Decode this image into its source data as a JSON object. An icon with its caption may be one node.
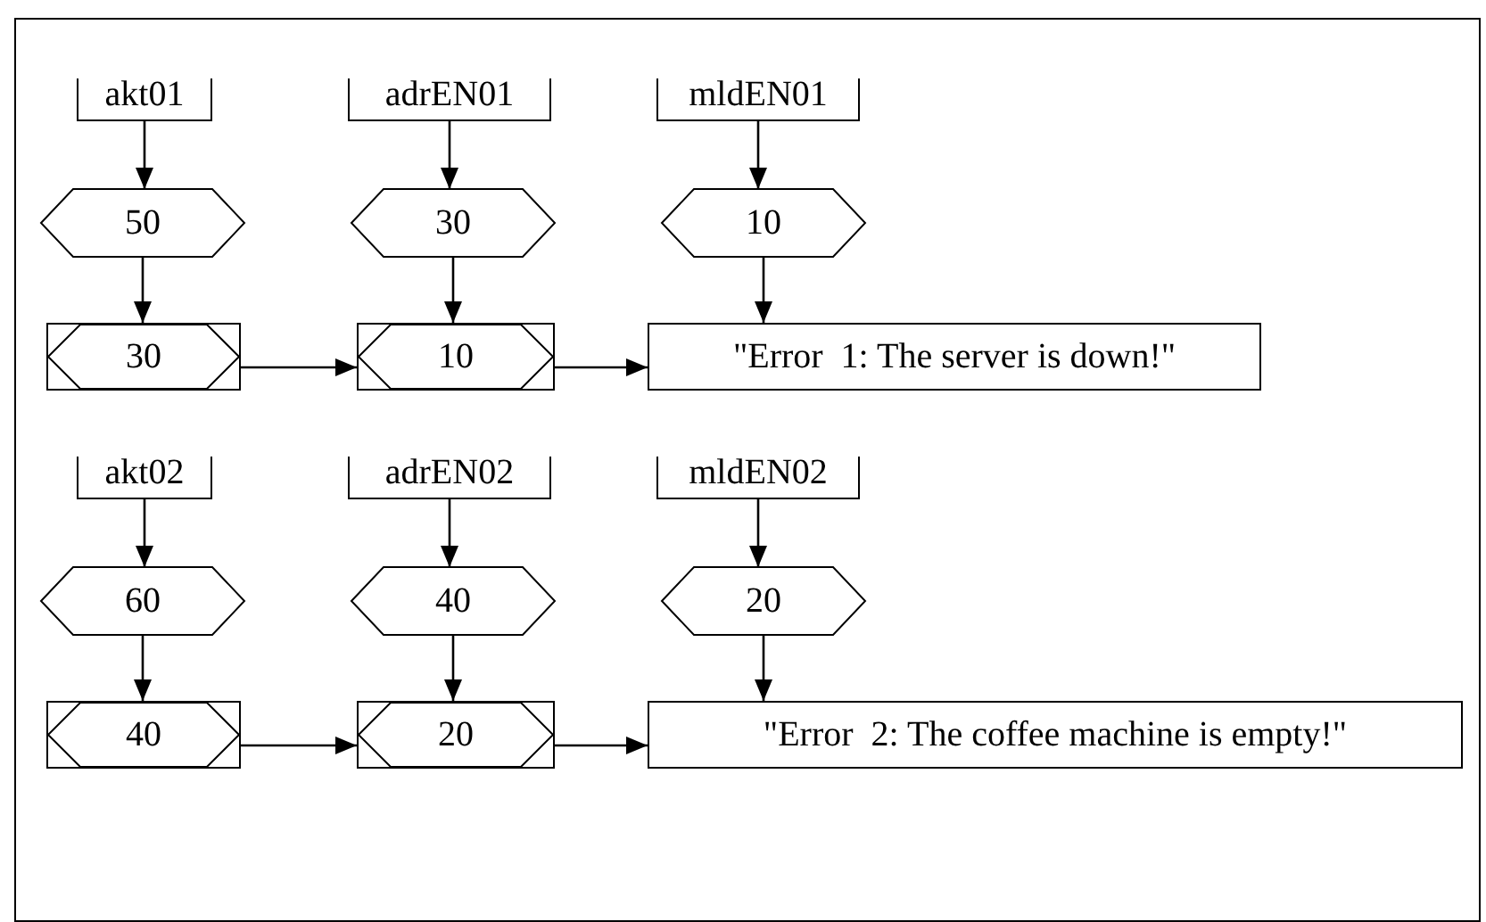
{
  "diagram": {
    "nodes": [
      {
        "text": [
          "akt01"
        ]
      },
      {
        "text": [
          "adrEN01"
        ]
      },
      {
        "text": [
          "mldEN01"
        ]
      },
      {
        "text": [
          "50"
        ]
      },
      {
        "text": [
          "30"
        ]
      },
      {
        "text": [
          "10"
        ]
      },
      {
        "text": [
          "30"
        ]
      },
      {
        "text": [
          "10"
        ]
      },
      {
        "text": [
          "\"Error  1: The server is down!\""
        ]
      },
      {
        "text": [
          "akt02"
        ]
      },
      {
        "text": [
          "adrEN02"
        ]
      },
      {
        "text": [
          "mldEN02"
        ]
      },
      {
        "text": [
          "60"
        ]
      },
      {
        "text": [
          "40"
        ]
      },
      {
        "text": [
          "20"
        ]
      },
      {
        "text": [
          "40"
        ]
      },
      {
        "text": [
          "20"
        ]
      },
      {
        "text": [
          "\"Error  2: The coffee machine is empty!\""
        ]
      }
    ],
    "edges": [
      {
        "from": 0,
        "to": 3,
        "arrow": "to"
      },
      {
        "from": 1,
        "to": 4,
        "arrow": "to"
      },
      {
        "from": 2,
        "to": 5,
        "arrow": "to"
      },
      {
        "from": 3,
        "to": 6,
        "arrow": "to"
      },
      {
        "from": 4,
        "to": 7,
        "arrow": "to"
      },
      {
        "from": 5,
        "to": 8,
        "arrow": "to"
      },
      {
        "from": 6,
        "to": 7,
        "arrow": "to"
      },
      {
        "from": 7,
        "to": 8,
        "arrow": "to"
      },
      {
        "from": 9,
        "to": 12,
        "arrow": "to"
      },
      {
        "from": 10,
        "to": 13,
        "arrow": "to"
      },
      {
        "from": 11,
        "to": 14,
        "arrow": "to"
      },
      {
        "from": 12,
        "to": 15,
        "arrow": "to"
      },
      {
        "from": 13,
        "to": 16,
        "arrow": "to"
      },
      {
        "from": 14,
        "to": 17,
        "arrow": "to"
      },
      {
        "from": 15,
        "to": 16,
        "arrow": "to"
      },
      {
        "from": 16,
        "to": 17,
        "arrow": "to"
      }
    ]
  }
}
